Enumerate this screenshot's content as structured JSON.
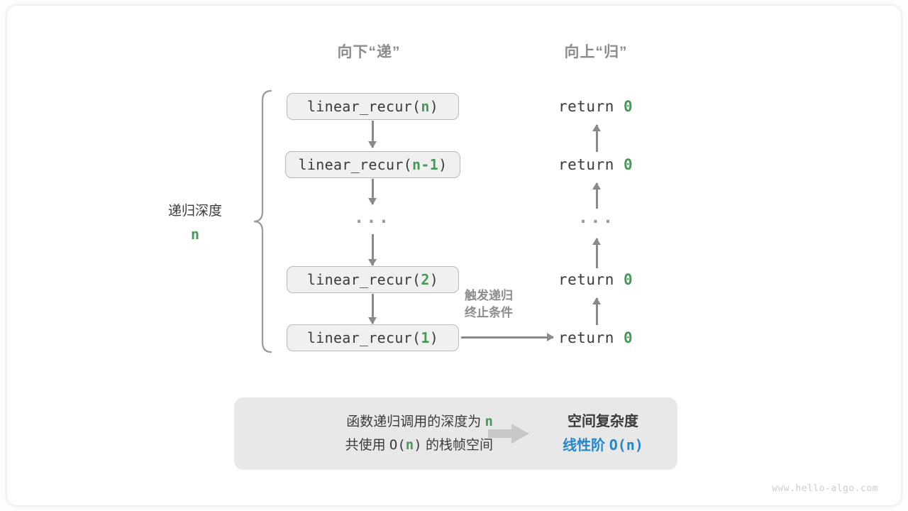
{
  "headers": {
    "down": "向下“递”",
    "up": "向上“归”"
  },
  "depth": {
    "label": "递归深度",
    "value": "n"
  },
  "call_stack": {
    "frames": [
      {
        "prefix": "linear_recur(",
        "arg": "n",
        "suffix": ")"
      },
      {
        "prefix": "linear_recur(",
        "arg": "n-1",
        "suffix": ")"
      },
      {
        "prefix": "linear_recur(",
        "arg": "2",
        "suffix": ")"
      },
      {
        "prefix": "linear_recur(",
        "arg": "1",
        "suffix": ")"
      }
    ],
    "ellipsis": "···"
  },
  "returns": {
    "items": [
      {
        "keyword": "return",
        "value": "0"
      },
      {
        "keyword": "return",
        "value": "0"
      },
      {
        "keyword": "return",
        "value": "0"
      },
      {
        "keyword": "return",
        "value": "0"
      }
    ],
    "ellipsis": "···"
  },
  "trigger_note": {
    "line1": "触发递归",
    "line2": "终止条件"
  },
  "summary": {
    "line1_text": "函数递归调用的深度为",
    "line1_value": "n",
    "line2_prefix": "共使用",
    "line2_mono_open": "O(",
    "line2_value": "n",
    "line2_mono_close": ")",
    "line2_suffix": "的栈帧空间",
    "title": "空间复杂度",
    "value_label": "线性阶",
    "value_mono": "O(n)"
  },
  "watermark": "www.hello-algo.com",
  "colors": {
    "accent_green": "#469a55",
    "accent_blue": "#2387cc",
    "gray_text": "#8c8c8c",
    "box_fill": "#f0f0f0",
    "panel_fill": "#e8e8e8",
    "arrow": "#8a8a8a"
  }
}
